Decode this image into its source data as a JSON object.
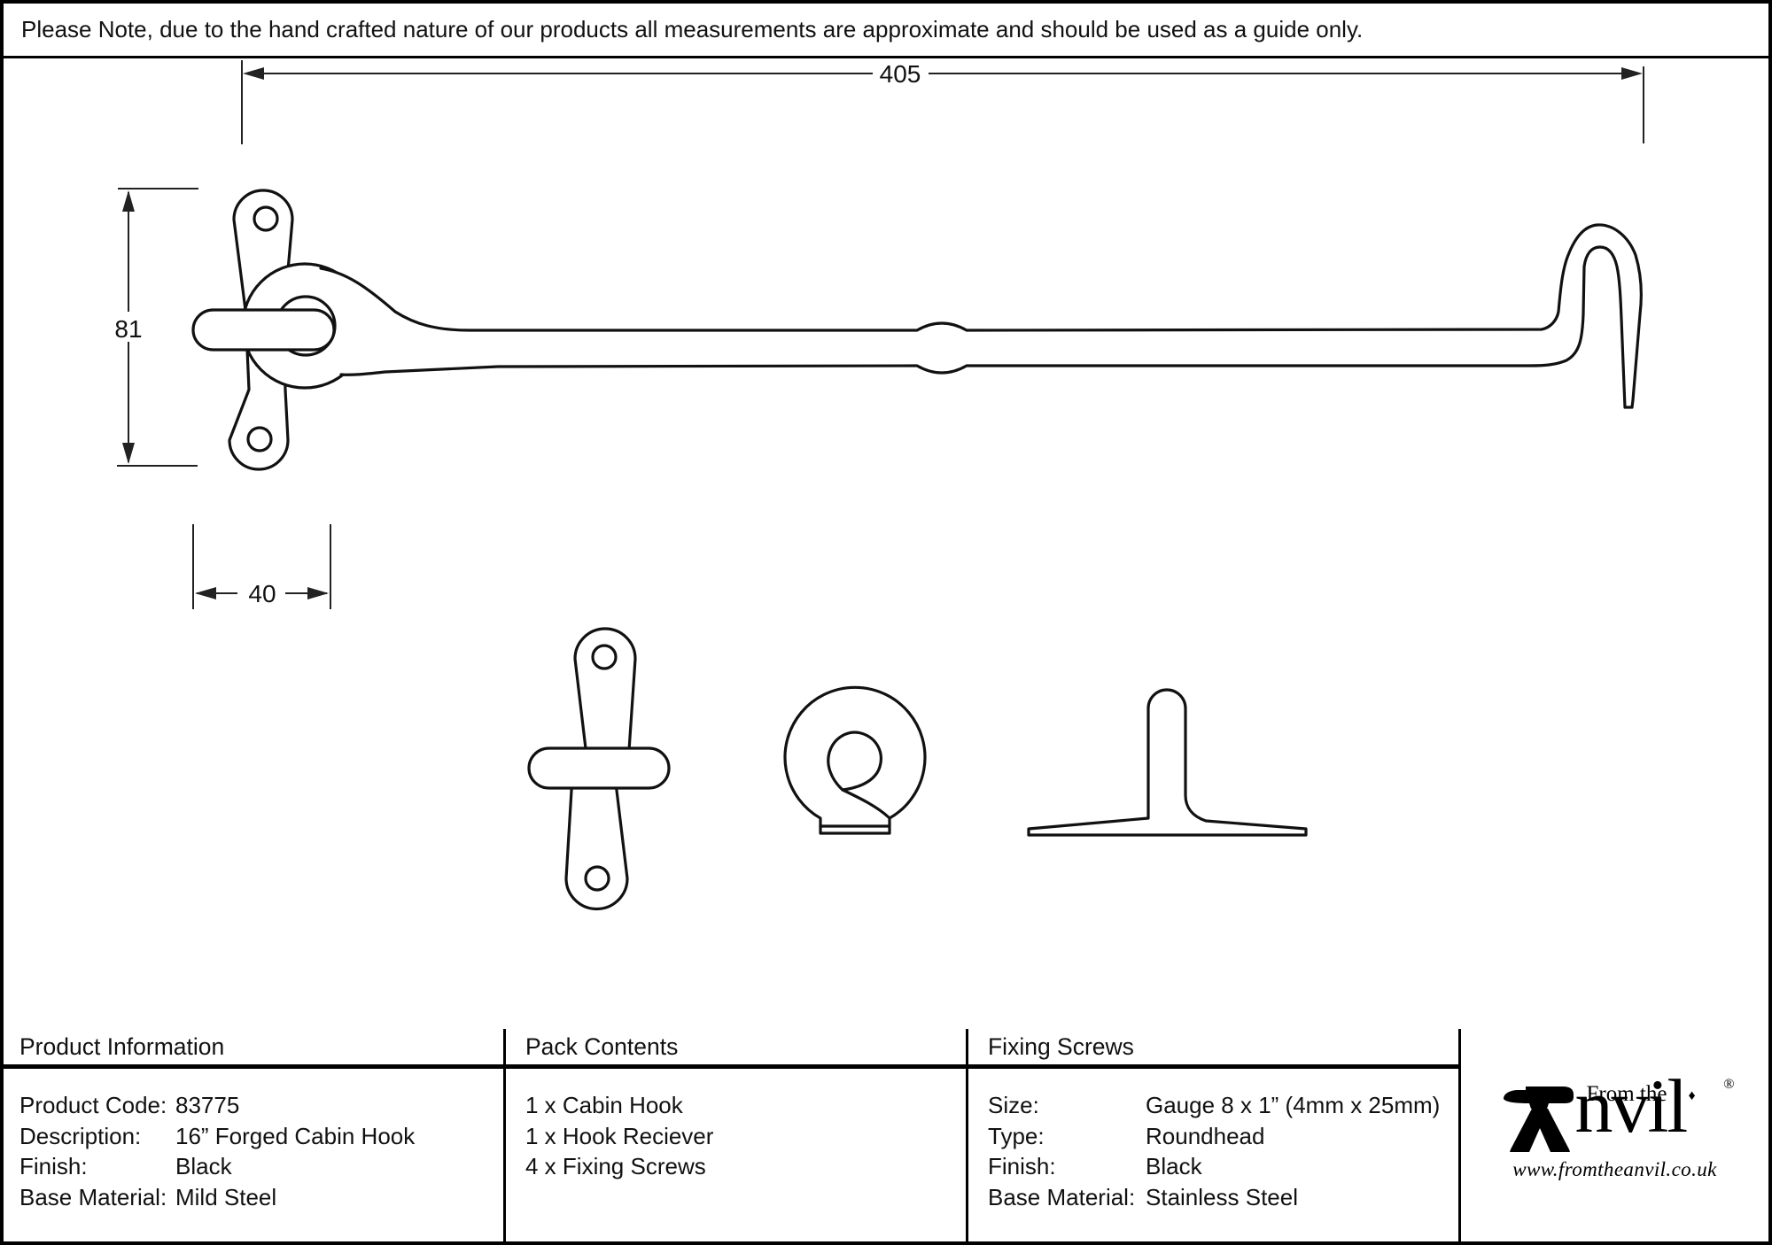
{
  "note": "Please Note, due to the hand crafted nature of our products all measurements are approximate and should be used as a guide only.",
  "drawing": {
    "dim_length": "405",
    "dim_height": "81",
    "dim_width": "40"
  },
  "table": {
    "product_information": {
      "header": "Product Information",
      "rows": [
        {
          "label": "Product Code:",
          "value": "83775"
        },
        {
          "label": "Description:",
          "value": "16” Forged Cabin Hook"
        },
        {
          "label": "Finish:",
          "value": "Black"
        },
        {
          "label": "Base Material:",
          "value": "Mild Steel"
        }
      ]
    },
    "pack_contents": {
      "header": "Pack Contents",
      "items": [
        "1 x Cabin Hook",
        "1 x Hook Reciever",
        "4 x Fixing Screws"
      ]
    },
    "fixing_screws": {
      "header": "Fixing Screws",
      "rows": [
        {
          "label": "Size:",
          "value": "Gauge 8 x 1” (4mm x 25mm)"
        },
        {
          "label": "Type:",
          "value": "Roundhead"
        },
        {
          "label": "Finish:",
          "value": "Black"
        },
        {
          "label": "Base Material:",
          "value": "Stainless Steel"
        }
      ]
    }
  },
  "logo": {
    "from_the": "From the",
    "diamond": "♦",
    "name_rest": "nvil",
    "registered": "®",
    "url": "www.fromtheanvil.co.uk"
  },
  "colors": {
    "line": "#111111",
    "background": "#ffffff",
    "border": "#000000"
  }
}
